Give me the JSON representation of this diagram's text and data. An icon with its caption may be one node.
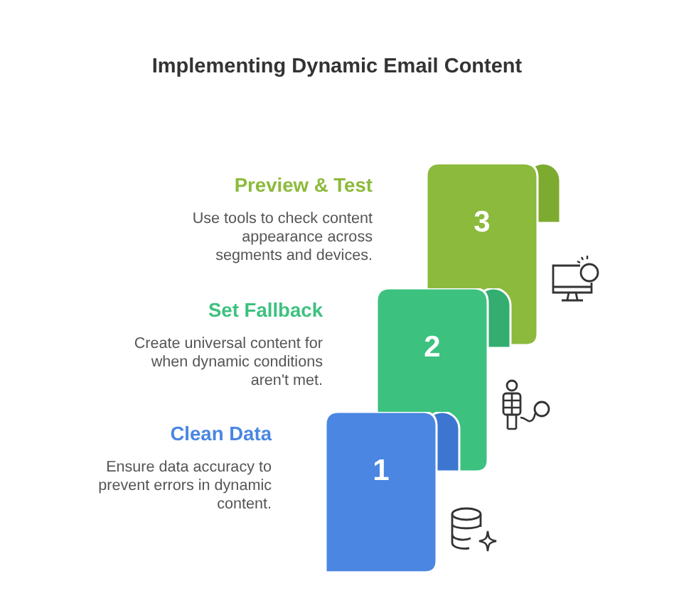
{
  "diagram": {
    "title": "Implementing Dynamic Email Content",
    "nodes": [
      {
        "text": [
          "3"
        ],
        "beside": [
          "Preview & Test",
          "Use tools to check content appearance across segments and devices."
        ]
      },
      {
        "text": [
          "2"
        ],
        "beside": [
          "Set Fallback",
          "Create universal content for when dynamic conditions aren't met."
        ]
      },
      {
        "text": [
          "1"
        ],
        "beside": [
          "Clean Data",
          "Ensure data accuracy to prevent errors in dynamic content."
        ]
      }
    ]
  }
}
